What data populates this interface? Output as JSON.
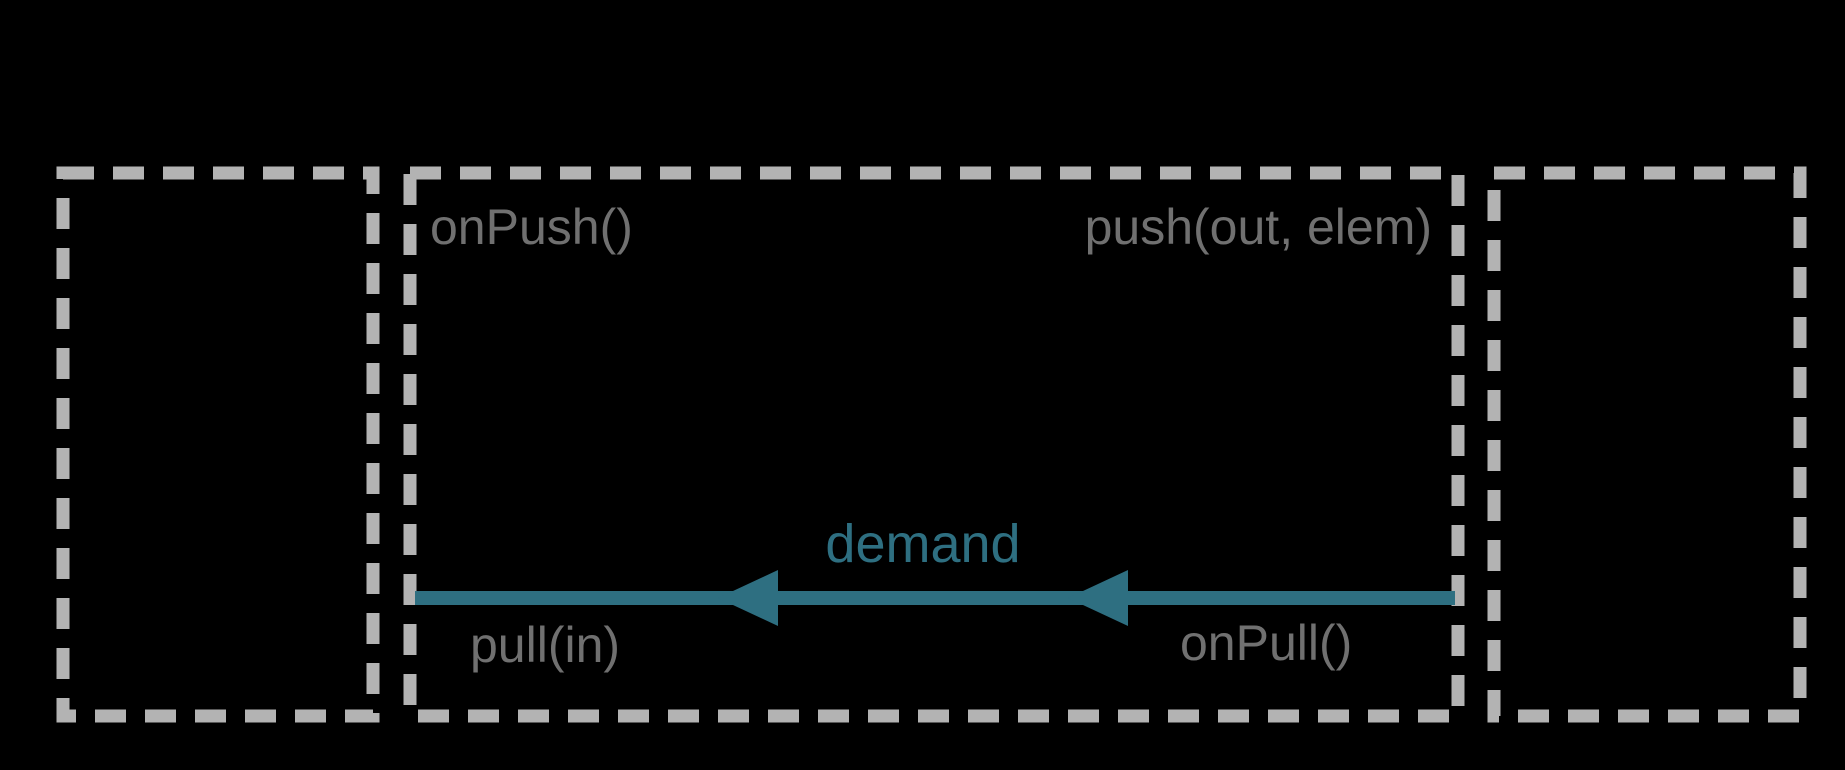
{
  "diagram": {
    "background": "#000000",
    "labels": {
      "on_push": "onPush()",
      "push": "push(out, elem)",
      "demand": "demand",
      "pull": "pull(in)",
      "on_pull": "onPull()"
    },
    "colors": {
      "dash_gray": "#b3b3b3",
      "label_gray": "#707070",
      "teal": "#2e6f81"
    }
  }
}
